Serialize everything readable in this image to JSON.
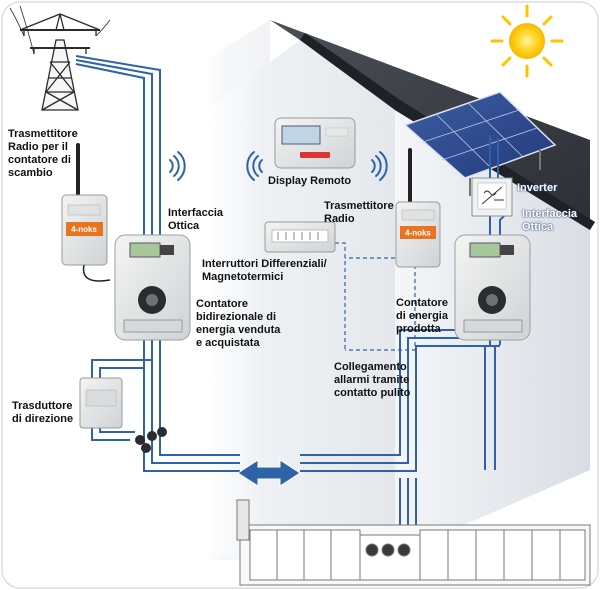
{
  "colors": {
    "cable": "#2e63a8",
    "cable_dashed": "#2e63a8",
    "roof_panel": "#2f4d8a",
    "sun": "#ffd21a",
    "modem": "#e9741f",
    "house_wall": "#e7eaee"
  },
  "labels": {
    "radio_tx_exchange": "Trasmettitore\nRadio per il\ncontatore di\nscambio",
    "optical_iface_left": "Interfaccia\nOttica",
    "display": "Display Remoto",
    "radio_tx_right": "Trasmettitore\nRadio",
    "inverter": "Inverter",
    "optical_iface_right": "Interfaccia\nOttica",
    "breakers": "Interruttori Differenziali/\nMagnetotermici",
    "meter_bidirectional": "Contatore\nbidirezionale di\nenergia venduta\ne acquistata",
    "meter_produced": "Contatore\ndi energia\nprodotta",
    "alarm_link": "Collegamento\nallarmi tramite\ncontatto pulito",
    "direction_transducer": "Trasduttore\ndi direzione"
  },
  "device_text": {
    "modem_left": "4-noks",
    "modem_right": "4-noks"
  },
  "icons": {
    "pylon": "power-pylon-icon",
    "sun": "sun-icon",
    "wifi": "radio-wave-icon",
    "bidirectional": "double-arrow-icon"
  }
}
